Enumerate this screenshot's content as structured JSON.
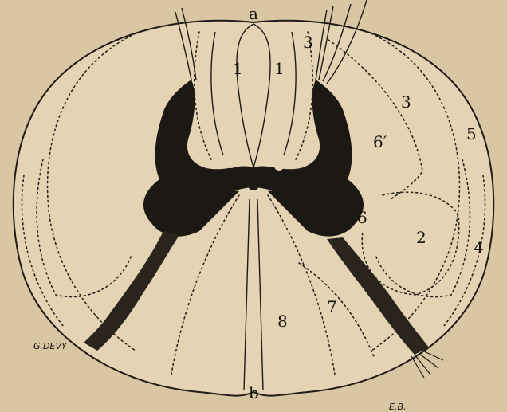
{
  "figure": {
    "labels": {
      "a": "a",
      "b": "b",
      "z1_left": "1",
      "z1_right": "1",
      "z3_top": "3",
      "z3_right": "3",
      "z5": "5",
      "z6_prime": "6′",
      "z6": "6",
      "z2": "2",
      "z4": "4",
      "z7": "7",
      "z8": "8"
    },
    "signatures": {
      "artist": "G.DEVY",
      "monogram": "E.B."
    }
  }
}
